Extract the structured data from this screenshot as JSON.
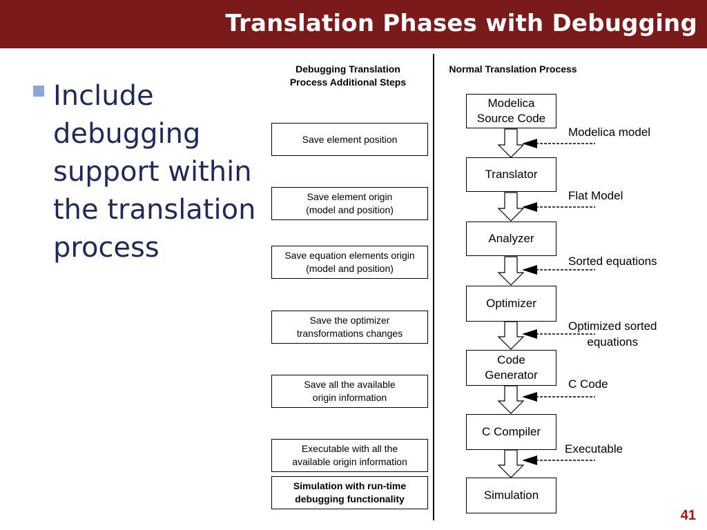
{
  "slide": {
    "title": "Translation Phases with Debugging",
    "bullet": "Include debugging support within the translation process",
    "page_number": "41"
  },
  "diagram": {
    "debug_header": "Debugging Translation\nProcess Additional Steps",
    "normal_header": "Normal Translation Process",
    "debug_steps": [
      "Save element position",
      "Save element origin\n(model and position)",
      "Save equation elements origin\n(model and position)",
      "Save the optimizer\ntransformations changes",
      "Save all the available\norigin information",
      "Executable with all the\navailable origin information",
      "Simulation with run-time\ndebugging functionality"
    ],
    "normal_steps": [
      "Modelica\nSource Code",
      "Translator",
      "Analyzer",
      "Optimizer",
      "Code\nGenerator",
      "C Compiler",
      "Simulation"
    ],
    "intermediate_labels": [
      "Modelica  model",
      "Flat Model",
      "Sorted  equations",
      "Optimized  sorted\nequations",
      "C Code",
      "Executable"
    ]
  }
}
